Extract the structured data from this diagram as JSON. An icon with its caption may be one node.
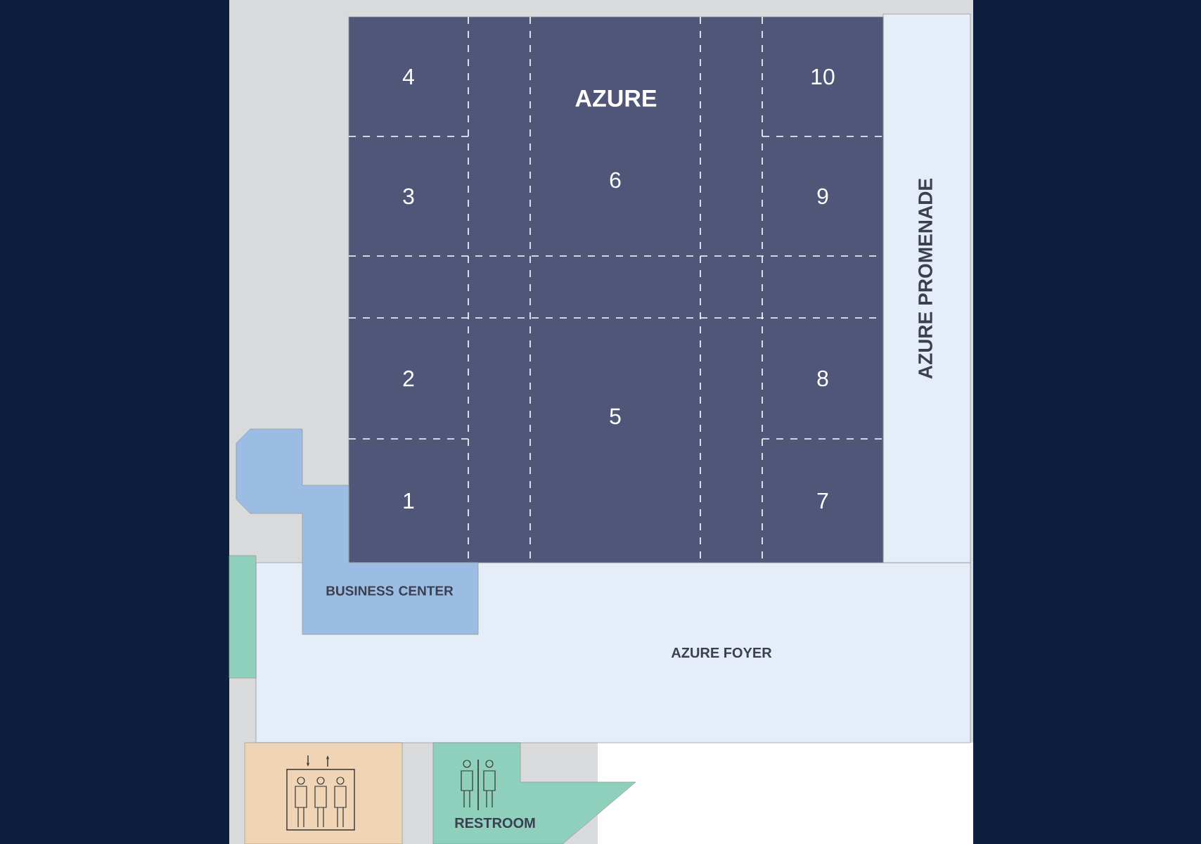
{
  "diagram": {
    "nodes": [
      {
        "text": [
          "AZURE"
        ]
      },
      {
        "text": [
          "4"
        ],
        "in": 0
      },
      {
        "text": [
          "10"
        ],
        "in": 0
      },
      {
        "text": [
          "3"
        ],
        "in": 0
      },
      {
        "text": [
          "6"
        ],
        "in": 0
      },
      {
        "text": [
          "9"
        ],
        "in": 0
      },
      {
        "text": [
          "2"
        ],
        "in": 0
      },
      {
        "text": [
          "8"
        ],
        "in": 0
      },
      {
        "text": [
          "5"
        ],
        "in": 0
      },
      {
        "text": [
          "1"
        ],
        "in": 0
      },
      {
        "text": [
          "7"
        ],
        "in": 0
      },
      {
        "text": [
          "AZURE PROMENADE"
        ]
      },
      {
        "text": [
          "BUSINESS CENTER"
        ]
      },
      {
        "text": [
          "AZURE FOYER"
        ]
      },
      {
        "text": [],
        "shape": "box"
      },
      {
        "text": [
          "RESTROOM"
        ]
      },
      {
        "text": [],
        "shape": "box"
      }
    ],
    "edges": []
  }
}
